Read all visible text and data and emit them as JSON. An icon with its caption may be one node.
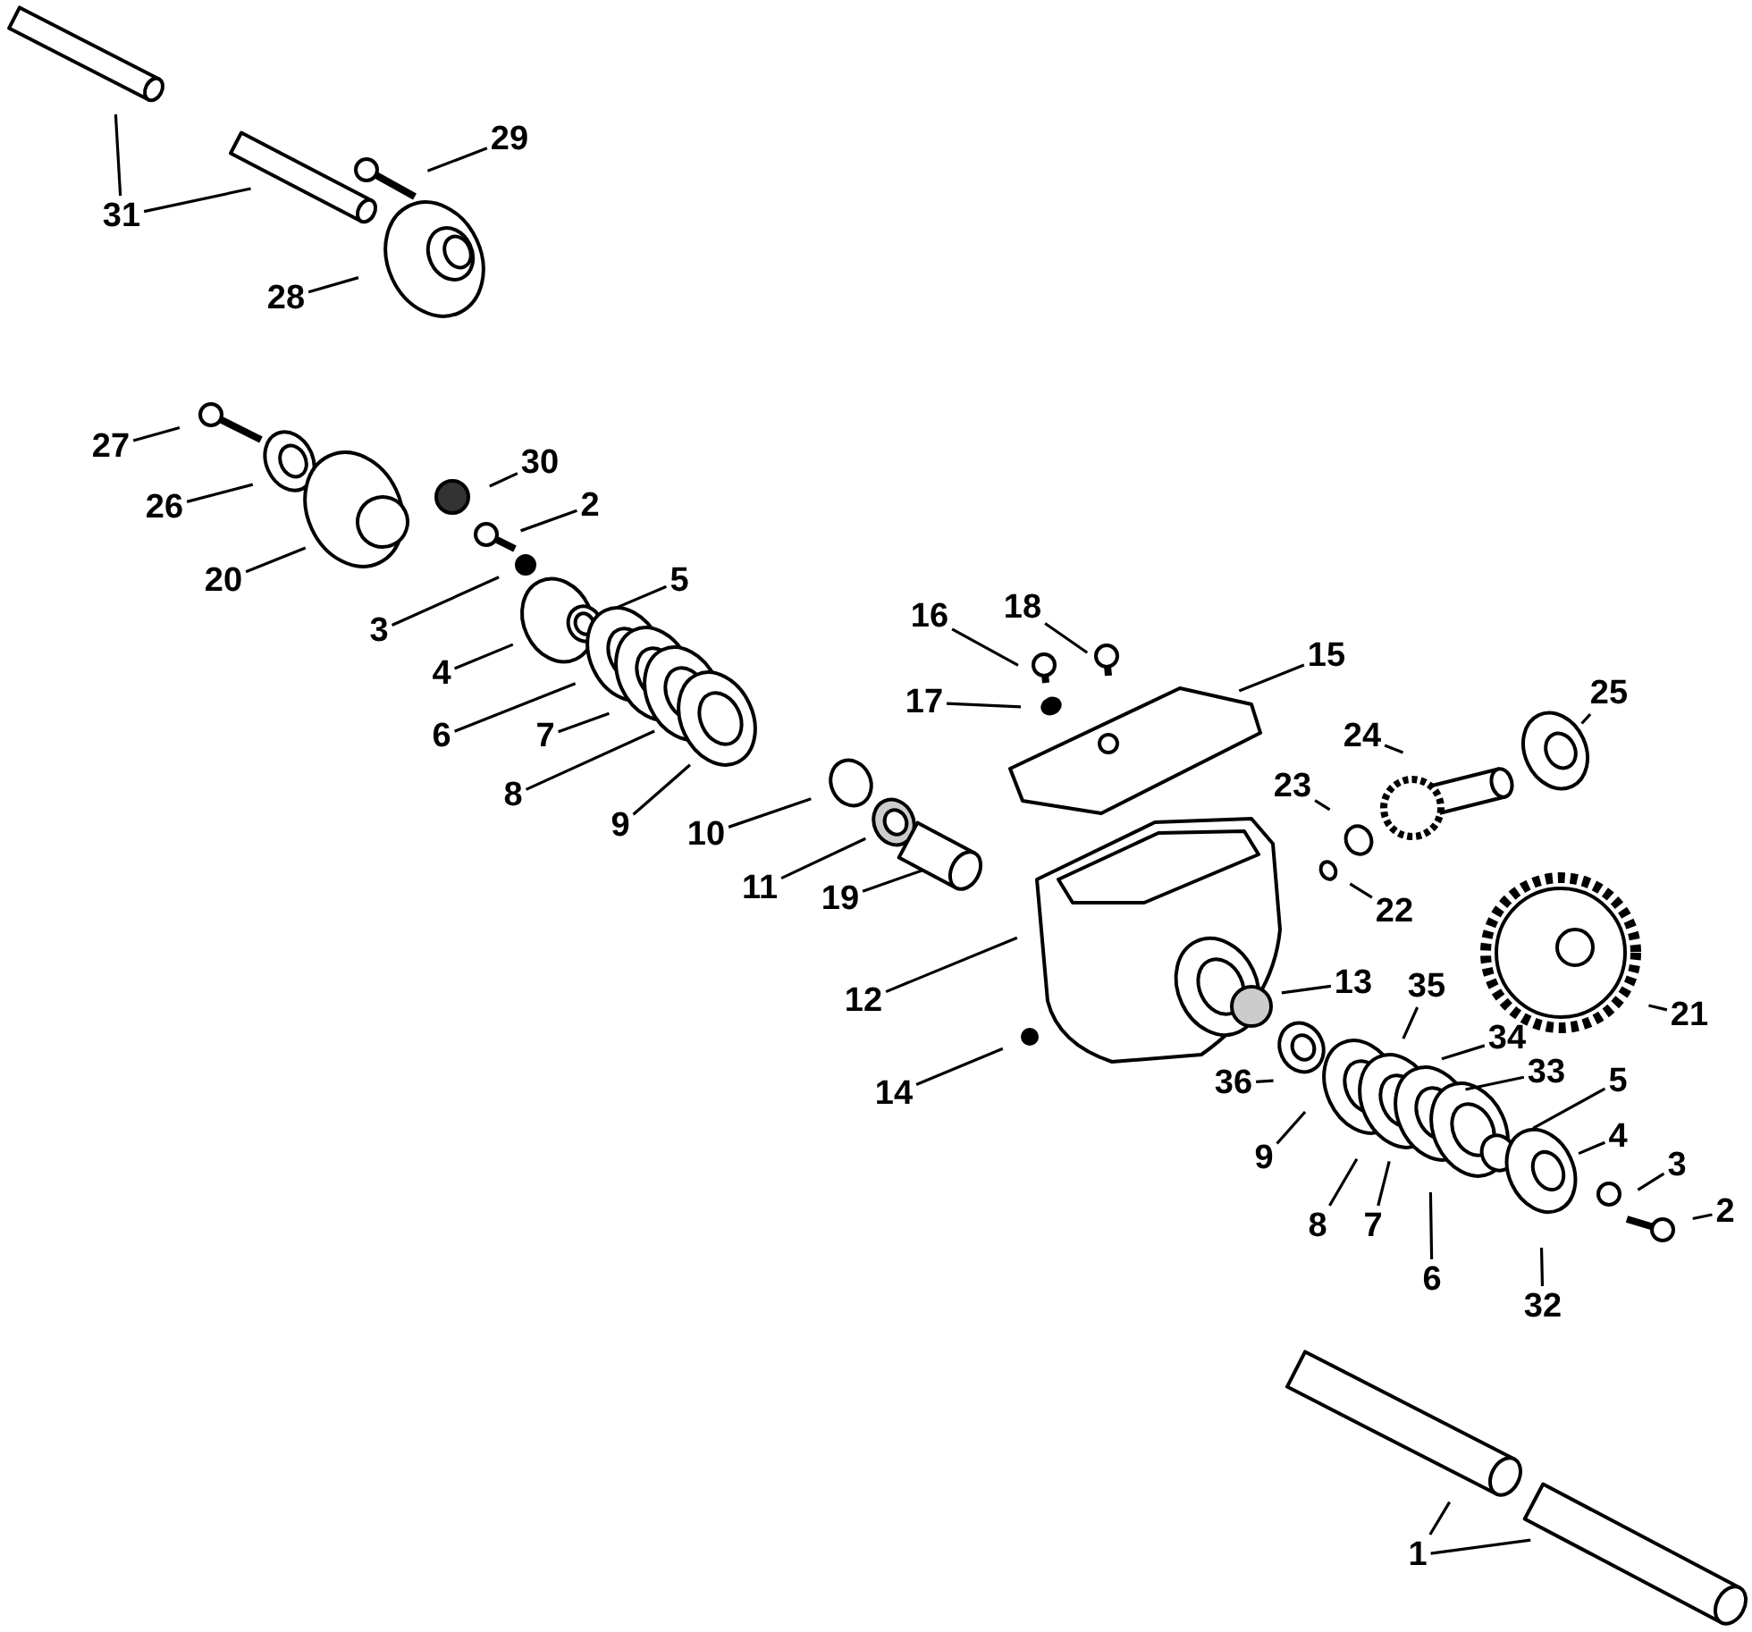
{
  "diagram": {
    "nodes": [
      {
        "text": [
          "31"
        ]
      },
      {
        "text": [
          "29"
        ]
      },
      {
        "text": [
          "28"
        ]
      },
      {
        "text": [
          "27"
        ]
      },
      {
        "text": [
          "30"
        ]
      },
      {
        "text": [
          "26"
        ]
      },
      {
        "text": [
          "2"
        ]
      },
      {
        "text": [
          "20"
        ]
      },
      {
        "text": [
          "3"
        ]
      },
      {
        "text": [
          "5"
        ]
      },
      {
        "text": [
          "4"
        ]
      },
      {
        "text": [
          "6"
        ]
      },
      {
        "text": [
          "7"
        ]
      },
      {
        "text": [
          "8"
        ]
      },
      {
        "text": [
          "9"
        ]
      },
      {
        "text": [
          "10"
        ]
      },
      {
        "text": [
          "11"
        ]
      },
      {
        "text": [
          "19"
        ]
      },
      {
        "text": [
          "16"
        ]
      },
      {
        "text": [
          "18"
        ]
      },
      {
        "text": [
          "17"
        ]
      },
      {
        "text": [
          "15"
        ]
      },
      {
        "text": [
          "25"
        ]
      },
      {
        "text": [
          "24"
        ]
      },
      {
        "text": [
          "23"
        ]
      },
      {
        "text": [
          "22"
        ]
      },
      {
        "text": [
          "12"
        ]
      },
      {
        "text": [
          "21"
        ]
      },
      {
        "text": [
          "13"
        ]
      },
      {
        "text": [
          "35"
        ]
      },
      {
        "text": [
          "34"
        ]
      },
      {
        "text": [
          "33"
        ]
      },
      {
        "text": [
          "36"
        ]
      },
      {
        "text": [
          "14"
        ]
      },
      {
        "text": [
          "5"
        ]
      },
      {
        "text": [
          "4"
        ]
      },
      {
        "text": [
          "9"
        ]
      },
      {
        "text": [
          "3"
        ]
      },
      {
        "text": [
          "8"
        ]
      },
      {
        "text": [
          "7"
        ]
      },
      {
        "text": [
          "2"
        ]
      },
      {
        "text": [
          "6"
        ]
      },
      {
        "text": [
          "32"
        ]
      },
      {
        "text": [
          "1"
        ]
      }
    ],
    "edges": [
      {
        "from": 0,
        "to": null,
        "arrow": "none"
      },
      {
        "from": 0,
        "to": null,
        "arrow": "none"
      },
      {
        "from": 1,
        "to": null,
        "arrow": "none"
      },
      {
        "from": 2,
        "to": null,
        "arrow": "none"
      },
      {
        "from": 3,
        "to": null,
        "arrow": "none"
      },
      {
        "from": 4,
        "to": null,
        "arrow": "none"
      },
      {
        "from": 5,
        "to": null,
        "arrow": "none"
      },
      {
        "from": 6,
        "to": null,
        "arrow": "none"
      },
      {
        "from": 7,
        "to": null,
        "arrow": "none"
      },
      {
        "from": 8,
        "to": null,
        "arrow": "none"
      },
      {
        "from": 9,
        "to": null,
        "arrow": "none"
      },
      {
        "from": 10,
        "to": null,
        "arrow": "none"
      },
      {
        "from": 11,
        "to": null,
        "arrow": "none"
      },
      {
        "from": 12,
        "to": null,
        "arrow": "none"
      },
      {
        "from": 13,
        "to": null,
        "arrow": "none"
      },
      {
        "from": 14,
        "to": null,
        "arrow": "none"
      },
      {
        "from": 15,
        "to": null,
        "arrow": "none"
      },
      {
        "from": 16,
        "to": null,
        "arrow": "none"
      },
      {
        "from": 17,
        "to": null,
        "arrow": "none"
      },
      {
        "from": 18,
        "to": null,
        "arrow": "none"
      },
      {
        "from": 19,
        "to": null,
        "arrow": "none"
      },
      {
        "from": 20,
        "to": null,
        "arrow": "none"
      },
      {
        "from": 21,
        "to": null,
        "arrow": "none"
      },
      {
        "from": 22,
        "to": null,
        "arrow": "none"
      },
      {
        "from": 23,
        "to": null,
        "arrow": "none"
      },
      {
        "from": 24,
        "to": null,
        "arrow": "none"
      },
      {
        "from": 25,
        "to": null,
        "arrow": "none"
      },
      {
        "from": 26,
        "to": null,
        "arrow": "none"
      },
      {
        "from": 27,
        "to": null,
        "arrow": "none"
      },
      {
        "from": 28,
        "to": null,
        "arrow": "none"
      },
      {
        "from": 29,
        "to": null,
        "arrow": "none"
      },
      {
        "from": 30,
        "to": null,
        "arrow": "none"
      },
      {
        "from": 31,
        "to": null,
        "arrow": "none"
      },
      {
        "from": 32,
        "to": null,
        "arrow": "none"
      },
      {
        "from": 33,
        "to": null,
        "arrow": "none"
      },
      {
        "from": 34,
        "to": null,
        "arrow": "none"
      },
      {
        "from": 35,
        "to": null,
        "arrow": "none"
      },
      {
        "from": 36,
        "to": null,
        "arrow": "none"
      },
      {
        "from": 37,
        "to": null,
        "arrow": "none"
      },
      {
        "from": 38,
        "to": null,
        "arrow": "none"
      },
      {
        "from": 39,
        "to": null,
        "arrow": "none"
      },
      {
        "from": 40,
        "to": null,
        "arrow": "none"
      },
      {
        "from": 41,
        "to": null,
        "arrow": "none"
      },
      {
        "from": 42,
        "to": null,
        "arrow": "none"
      },
      {
        "from": 43,
        "to": null,
        "arrow": "none"
      },
      {
        "from": 43,
        "to": null,
        "arrow": "none"
      }
    ]
  }
}
